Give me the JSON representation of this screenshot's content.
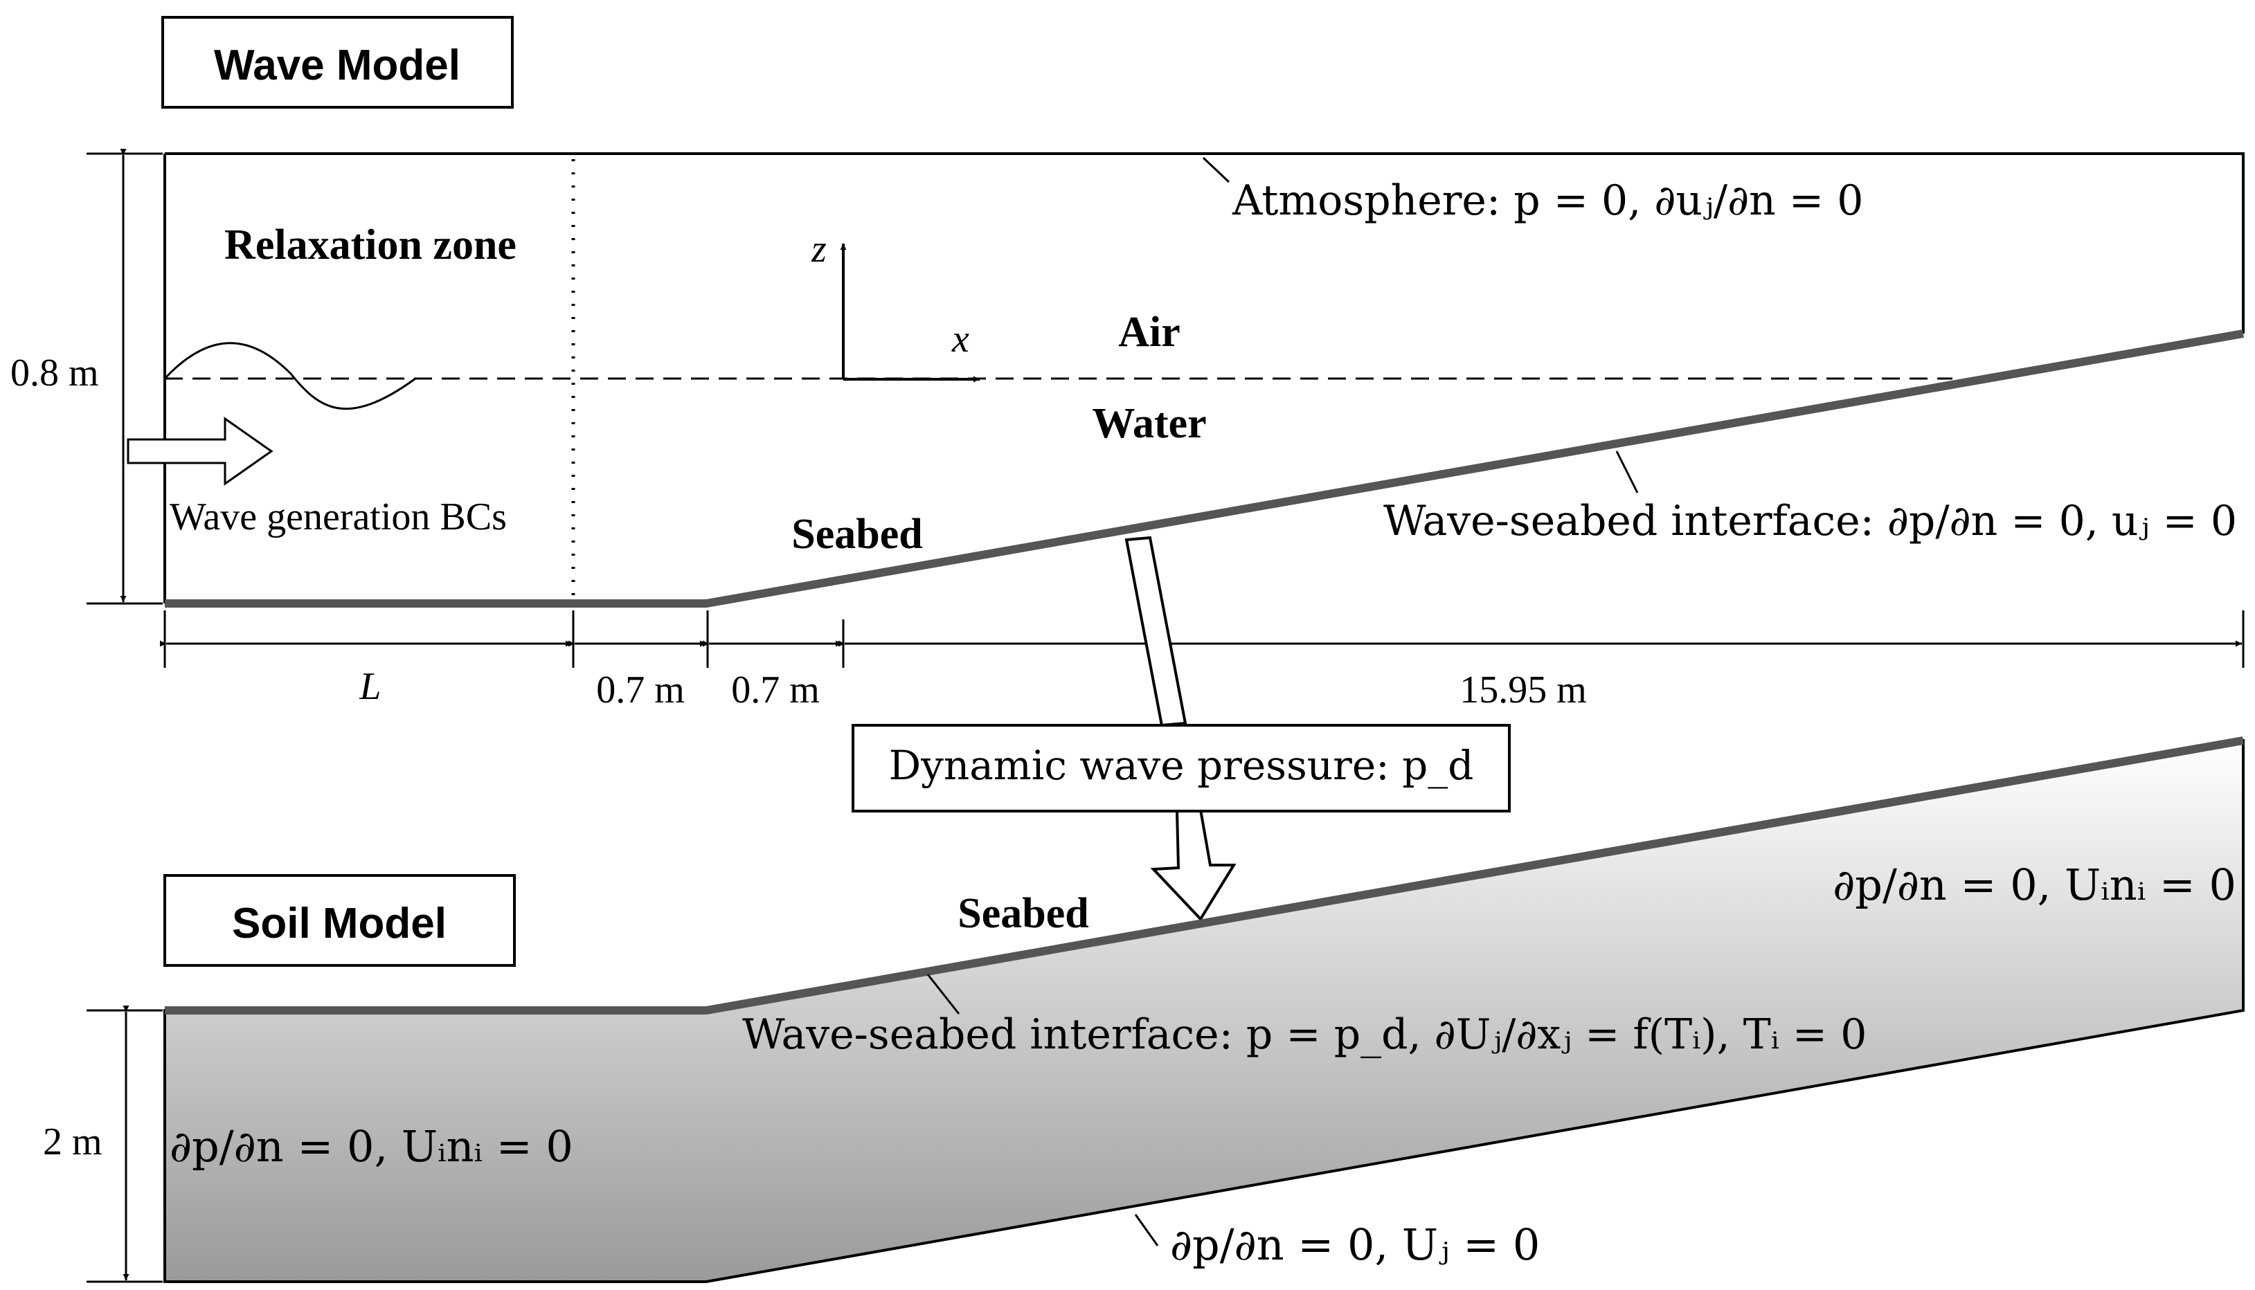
{
  "wave_model": {
    "title": "Wave Model",
    "relaxation_zone": "Relaxation zone",
    "atmosphere_bc": "Atmosphere: p = 0, ∂uⱼ/∂n = 0",
    "axis_z": "z",
    "axis_x": "x",
    "air": "Air",
    "water": "Water",
    "height": "0.8 m",
    "wave_generation": "Wave generation BCs",
    "seabed": "Seabed",
    "interface_bc": "Wave-seabed interface: ∂p/∂n = 0, uⱼ = 0",
    "dim_L": "L",
    "dim_1": "0.7 m",
    "dim_2": "0.7 m",
    "dim_3": "15.95 m"
  },
  "coupling": {
    "label": "Dynamic wave pressure: p_d"
  },
  "soil_model": {
    "title": "Soil Model",
    "seabed": "Seabed",
    "right_bc": "∂p/∂n = 0, Uᵢnᵢ = 0",
    "interface_bc": "Wave-seabed interface: p = p_d, ∂Uⱼ/∂xⱼ = f(Tᵢ), Tᵢ = 0",
    "height": "2 m",
    "left_bc": "∂p/∂n = 0, Uᵢnᵢ = 0",
    "bottom_bc": "∂p/∂n = 0, Uⱼ = 0"
  }
}
